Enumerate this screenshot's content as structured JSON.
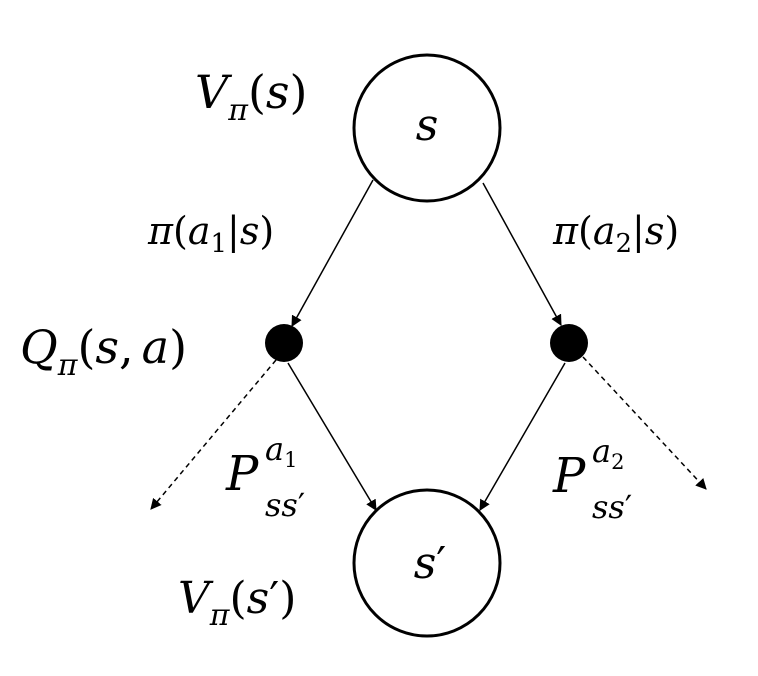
{
  "nodes": {
    "state_top": {
      "symbol": "s"
    },
    "state_bottom": {
      "symbol": "s",
      "prime": "′"
    }
  },
  "labels": {
    "v_top": {
      "base": "V",
      "sub": "π",
      "open": "(",
      "arg": "s",
      "close": ")"
    },
    "v_bottom": {
      "base": "V",
      "sub": "π",
      "open": "(",
      "arg": "s",
      "prime": "′",
      "close": ")"
    },
    "q": {
      "base": "Q",
      "sub": "π",
      "open": "(",
      "arg1": "s",
      "comma": ",",
      "arg2": "a",
      "close": ")"
    },
    "policy_1": {
      "pi": "π",
      "open": "(",
      "a": "a",
      "sub": "1",
      "bar": "|",
      "s": "s",
      "close": ")"
    },
    "policy_2": {
      "pi": "π",
      "open": "(",
      "a": "a",
      "sub": "2",
      "bar": "|",
      "s": "s",
      "close": ")"
    },
    "transition_1": {
      "base": "P",
      "sup_a": "a",
      "sup_sub": "1",
      "sub": "ss",
      "sub_prime": "′"
    },
    "transition_2": {
      "base": "P",
      "sup_a": "a",
      "sup_sub": "2",
      "sub": "ss",
      "sub_prime": "′"
    }
  },
  "colors": {
    "ink": "#000000",
    "background": "#ffffff"
  }
}
